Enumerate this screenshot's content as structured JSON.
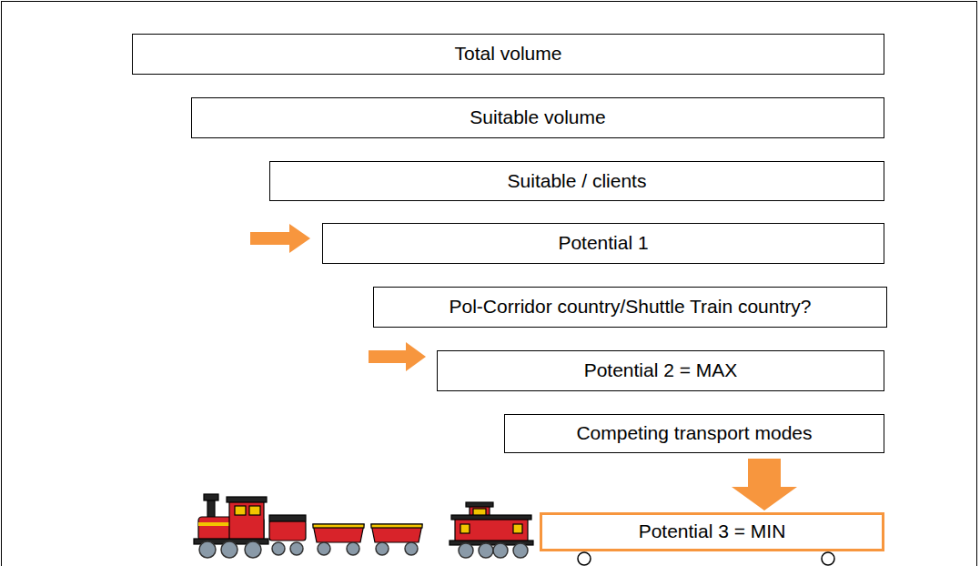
{
  "diagram": {
    "nodes": [
      {
        "text": [
          "Total volume"
        ]
      },
      {
        "text": [
          "Suitable volume"
        ]
      },
      {
        "text": [
          "Suitable / clients"
        ]
      },
      {
        "text": [
          "Potential 1"
        ]
      },
      {
        "text": [
          "Pol-Corridor country/Shuttle Train country?"
        ]
      },
      {
        "text": [
          "Potential 2 = MAX"
        ]
      },
      {
        "text": [
          "Competing transport modes"
        ]
      },
      {
        "text": [
          "Potential 3 = MIN"
        ]
      }
    ],
    "edges": [
      {
        "from": 6,
        "to": 7,
        "arrow": "to"
      }
    ]
  }
}
